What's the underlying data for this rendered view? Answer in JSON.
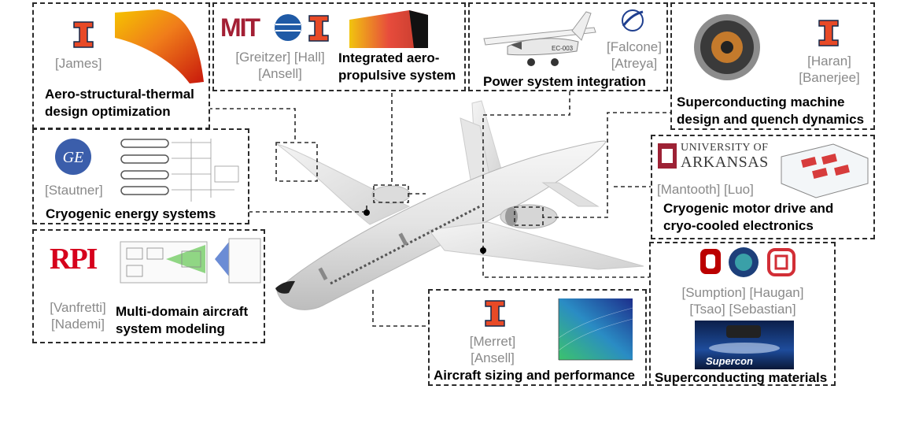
{
  "colors": {
    "illinois": "#e84a27",
    "ge_blue": "#3b5eab",
    "mit_red": "#a31f34",
    "arkansas": "#9d2235",
    "rpi": "#d6001c",
    "osu": "#bb0000",
    "dash": "#2b2b2b",
    "names_gray": "#8a8a8a"
  },
  "boxes": {
    "aero_structural": {
      "names": [
        "[James]"
      ],
      "title": [
        "Aero-structural-thermal",
        "design optimization"
      ]
    },
    "aero_propulsive": {
      "logo_text": "MIT",
      "names": [
        "[Greitzer] [Hall]",
        "[Ansell]"
      ],
      "title": [
        "Integrated aero-",
        "propulsive system"
      ]
    },
    "power_system": {
      "aircraft_tail_text": "EC-003",
      "names": [
        "[Falcone]",
        "[Atreya]"
      ],
      "title": [
        "Power system integration"
      ]
    },
    "superconducting_machine": {
      "names": [
        "[Haran]",
        "[Banerjee]"
      ],
      "title": [
        "Superconducting machine",
        "design and quench dynamics"
      ]
    },
    "cryogenic_energy": {
      "logo_text": "GE",
      "names": [
        "[Stautner]"
      ],
      "title": [
        "Cryogenic energy systems"
      ]
    },
    "cryogenic_motor": {
      "logo_line1": "UNIVERSITY OF",
      "logo_line2": "ARKANSAS",
      "names": [
        "[Mantooth] [Luo]"
      ],
      "title": [
        "Cryogenic motor drive and",
        "cryo-cooled electronics"
      ]
    },
    "multi_domain": {
      "logo_text": "RPI",
      "names": [
        "[Vanfretti]",
        "[Nademi]"
      ],
      "title": [
        "Multi-domain aircraft",
        "system modeling"
      ]
    },
    "aircraft_sizing": {
      "names": [
        "[Merret]",
        "[Ansell]"
      ],
      "title": [
        "Aircraft sizing and performance"
      ]
    },
    "superconducting_materials": {
      "names": [
        "[Sumption] [Haugan]",
        "[Tsao] [Sebastian]"
      ],
      "photo_label": "Supercon",
      "title": [
        "Superconducting materials"
      ]
    }
  }
}
